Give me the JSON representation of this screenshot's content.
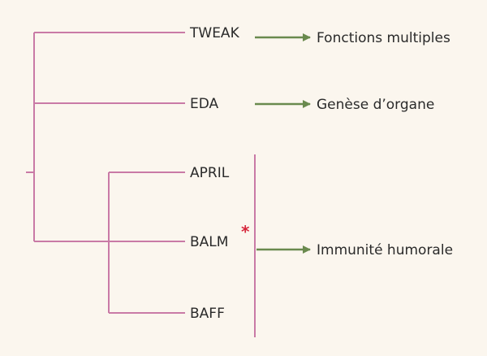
{
  "colors": {
    "background": "#fbf6ee",
    "tree": "#c97aa6",
    "arrow": "#6a8a4e",
    "star": "#d6253a",
    "text": "#2a2a2a"
  },
  "ligands": {
    "tweak": "TWEAK",
    "eda": "EDA",
    "april": "APRIL",
    "balm": "BALM",
    "baff": "BAFF"
  },
  "functions": {
    "multiple": "Fonctions multiples",
    "organ": "Genèse d’organe",
    "humoral": "Immunité humorale"
  },
  "marker": "*"
}
